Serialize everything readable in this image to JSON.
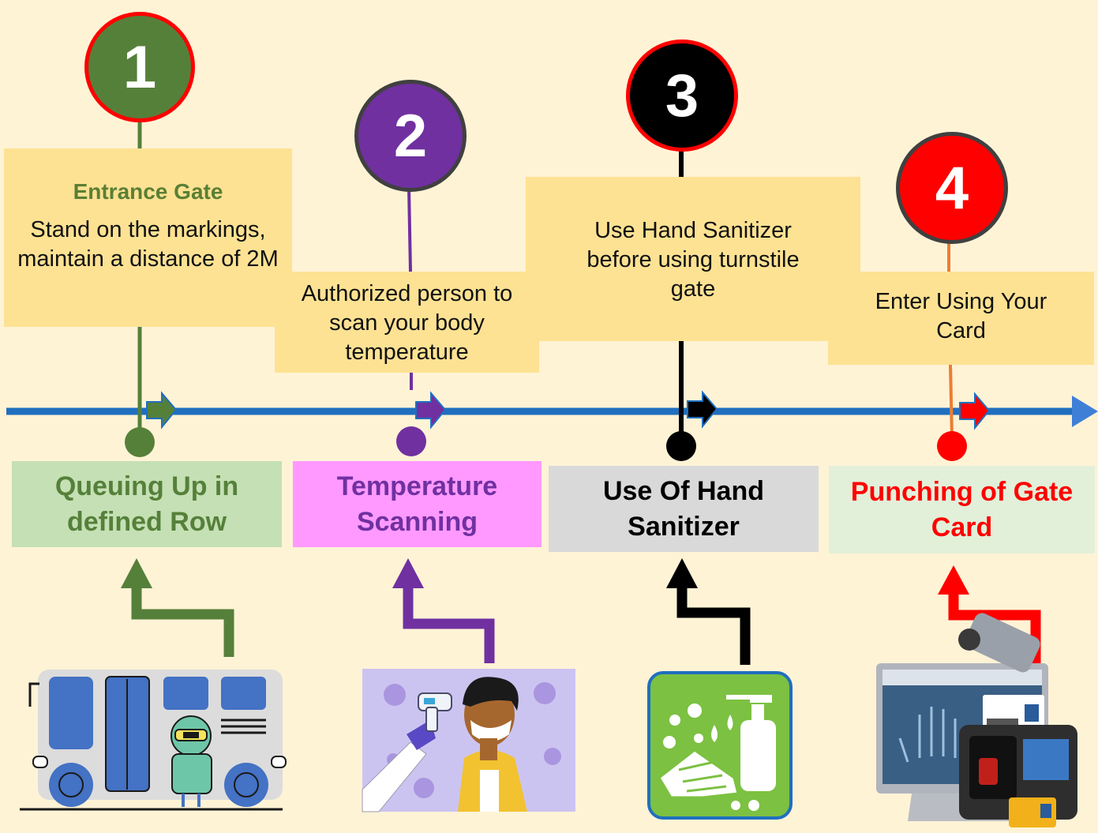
{
  "steps": [
    {
      "number": "1",
      "title": "Entrance Gate",
      "callout": "Stand on the markings, maintain a distance of 2M",
      "label": "Queuing Up in defined Row",
      "color": "#55803a",
      "icon": "bus-queue-icon"
    },
    {
      "number": "2",
      "title": "",
      "callout": "Authorized person to scan your body temperature",
      "label": "Temperature Scanning",
      "color": "#7030a0",
      "icon": "thermometer-scan-icon"
    },
    {
      "number": "3",
      "title": "",
      "callout": "Use Hand Sanitizer before using turnstile gate",
      "label": "Use Of Hand Sanitizer",
      "color": "#000000",
      "icon": "hand-sanitizer-icon"
    },
    {
      "number": "4",
      "title": "",
      "callout": "Enter Using Your Card",
      "label": "Punching of Gate Card",
      "color": "#ff0000",
      "icon": "access-card-terminal-icon"
    }
  ],
  "colors": {
    "background": "#fff3d6",
    "timeline": "#1f6fbf",
    "callout": "#fde293",
    "circle_border": "#ff0000"
  }
}
